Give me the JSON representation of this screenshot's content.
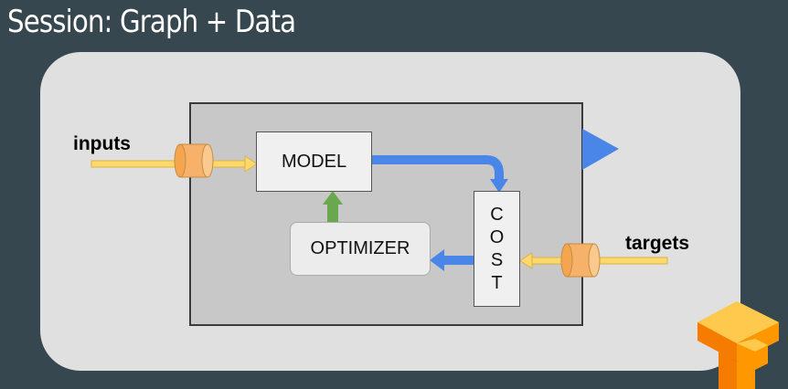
{
  "title": "Session: Graph + Data",
  "diagram": {
    "inputs_label": "inputs",
    "targets_label": "targets",
    "model_label": "MODEL",
    "optimizer_label": "OPTIMIZER",
    "cost_letters": [
      "C",
      "O",
      "S",
      "T"
    ]
  },
  "colors": {
    "background": "#37474f",
    "session": "#e0e0e0",
    "graph": "#c8c8c8",
    "data_arrow": "#ffd86b",
    "flow_arrow": "#4a86e8",
    "update_arrow": "#6aa84f",
    "placeholder": "#f6b26b",
    "run_triangle": "#4a86e8"
  },
  "icons": {
    "logo": "tensorflow-logo",
    "run": "play-triangle-icon"
  }
}
